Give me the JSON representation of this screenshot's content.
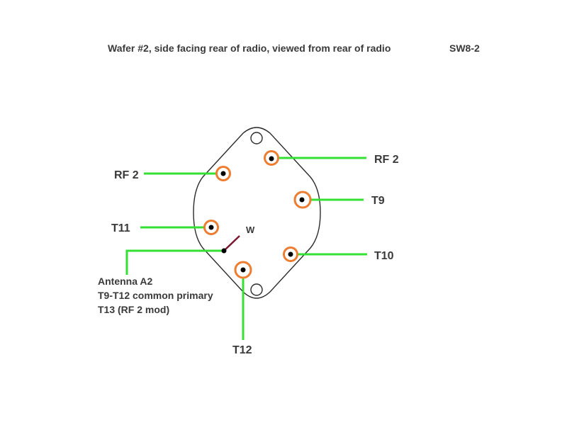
{
  "header": {
    "title": "Wafer #2, side facing rear of radio, viewed from rear of radio",
    "id": "SW8-2"
  },
  "labels": {
    "rf2_left": "RF 2",
    "rf2_right": "RF 2",
    "t9": "T9",
    "t10": "T10",
    "t11": "T11",
    "t12": "T12",
    "wiper": "W"
  },
  "note": {
    "line1": "Antenna A2",
    "line2": "T9-T12 common primary",
    "line3": "T13 (RF 2 mod)"
  },
  "colors": {
    "wire": "#33e033",
    "terminal_ring": "#ed7d31",
    "wiper_arm": "#7b1730",
    "outline": "#2b2b2b",
    "text": "#3a3a3a"
  }
}
